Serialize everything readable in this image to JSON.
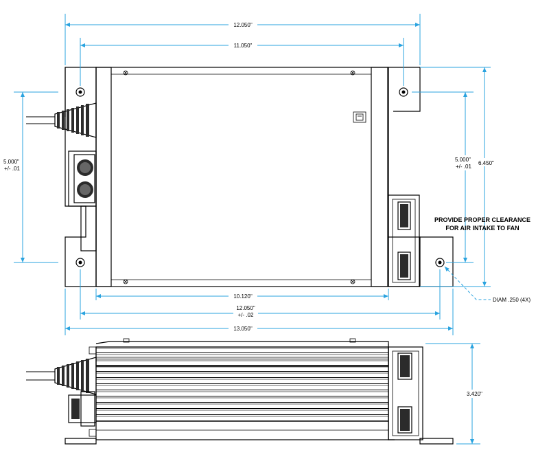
{
  "dimensions": {
    "top_overall": "12.050\"",
    "top_holes": "11.050\"",
    "left_height": "5.000\"",
    "left_tolerance": "+/- .01",
    "right_inner": "5.000\"",
    "right_inner_tolerance": "+/- .01",
    "right_overall": "6.450\"",
    "bottom_body": "10.120\"",
    "bottom_holes": "12.050\"",
    "bottom_holes_tolerance": "+/- .02",
    "bottom_overall": "13.050\"",
    "side_height": "3.420\""
  },
  "notes": {
    "clearance_line1": "PROVIDE PROPER CLEARANCE",
    "clearance_line2": "FOR AIR INTAKE TO FAN",
    "hole_callout": "DIAM .250 (4X)"
  }
}
